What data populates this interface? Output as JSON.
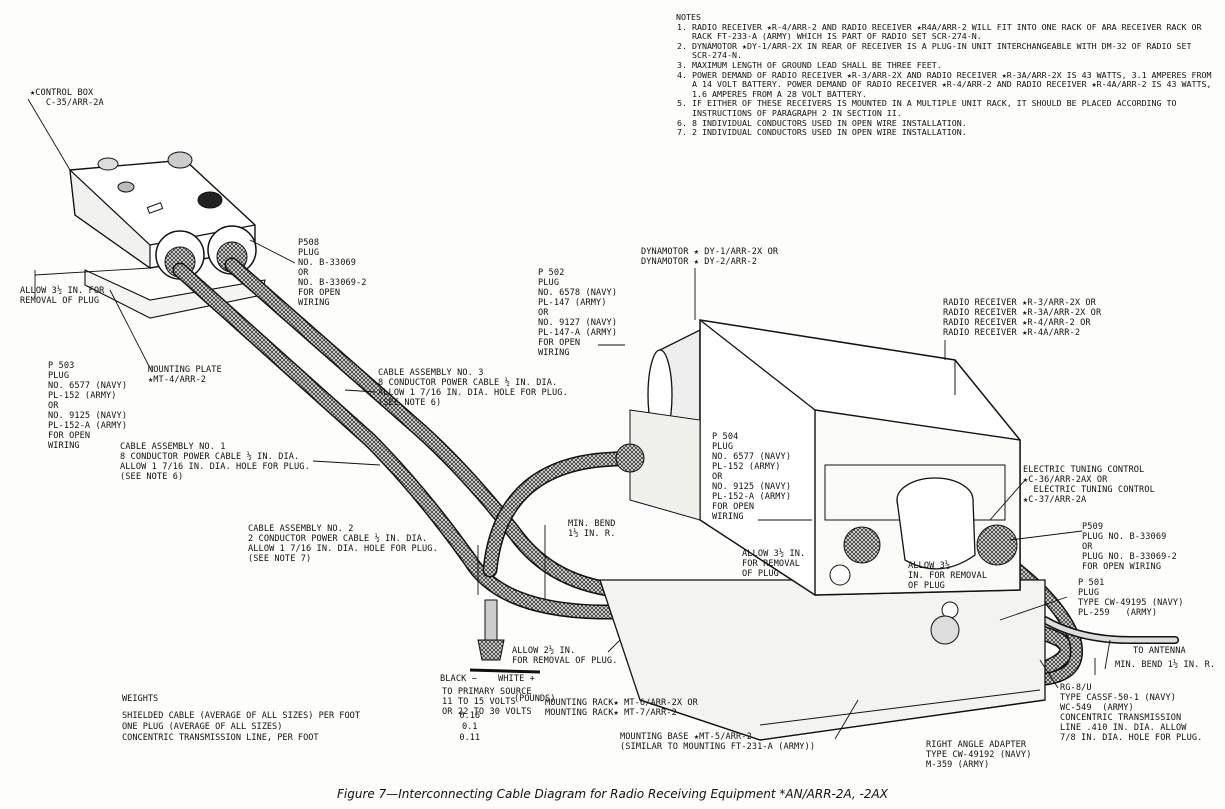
{
  "notes": {
    "heading": "NOTES",
    "items": [
      "RADIO RECEIVER ★R-4/ARR-2 AND RADIO RECEIVER ★R4A/ARR-2 WILL FIT INTO ONE RACK OF ARA RECEIVER RACK OR RACK FT-233-A (ARMY) WHICH IS PART OF RADIO SET SCR-274-N.",
      "DYNAMOTOR ★DY-1/ARR-2X IN REAR OF RECEIVER IS A PLUG-IN UNIT INTERCHANGEABLE WITH DM-32 OF RADIO SET SCR-274-N.",
      "MAXIMUM LENGTH OF GROUND LEAD SHALL BE THREE FEET.",
      "POWER DEMAND OF RADIO RECEIVER ★R-3/ARR-2X AND RADIO RECEIVER ★R-3A/ARR-2X IS 43 WATTS, 3.1 AMPERES FROM A 14 VOLT BATTERY. POWER DEMAND OF RADIO RECEIVER ★R-4/ARR-2 AND RADIO RECEIVER ★R-4A/ARR-2 IS 43 WATTS, 1.6 AMPERES FROM A 28 VOLT BATTERY.",
      "IF EITHER OF THESE RECEIVERS IS MOUNTED IN A MULTIPLE UNIT RACK, IT SHOULD BE PLACED ACCORDING TO INSTRUCTIONS OF PARAGRAPH 2 IN SECTION II.",
      "8 INDIVIDUAL CONDUCTORS USED IN OPEN WIRE INSTALLATION.",
      "2 INDIVIDUAL CONDUCTORS USED IN OPEN WIRE INSTALLATION."
    ]
  },
  "labels": {
    "control_box": "★CONTROL BOX\n   C-35/ARR-2A",
    "allow_plug_left": "ALLOW 3½ IN. FOR\nREMOVAL OF PLUG",
    "p508": "P508\nPLUG\nNO. B-33069\nOR\nNO. B-33069-2\nFOR OPEN\nWIRING",
    "p503": "P 503\nPLUG\nNO. 6577 (NAVY)\nPL-152 (ARMY)\nOR\nNO. 9125 (NAVY)\nPL-152-A (ARMY)\nFOR OPEN\nWIRING",
    "mounting_plate": "MOUNTING PLATE\n★MT-4/ARR-2",
    "cable3": "CABLE ASSEMBLY NO. 3\n8 CONDUCTOR POWER CABLE ½ IN. DIA.\nALLOW 1 7/16 IN. DIA. HOLE FOR PLUG.\n(SEE NOTE 6)",
    "cable1": "CABLE ASSEMBLY NO. 1\n8 CONDUCTOR POWER CABLE ½ IN. DIA.\nALLOW 1 7/16 IN. DIA. HOLE FOR PLUG.\n(SEE NOTE 6)",
    "cable2": "CABLE ASSEMBLY NO. 2\n2 CONDUCTOR POWER CABLE ½ IN. DIA.\nALLOW 1 7/16 IN. DIA. HOLE FOR PLUG.\n(SEE NOTE 7)",
    "p502": "P 502\nPLUG\nNO. 6578 (NAVY)\nPL-147 (ARMY)\nOR\nNO. 9127 (NAVY)\nPL-147-A (ARMY)\nFOR OPEN\nWIRING",
    "dynamotor": "DYNAMOTOR ★ DY-1/ARR-2X OR\nDYNAMOTOR ★ DY-2/ARR-2",
    "radio_receiver": "RADIO RECEIVER ★R-3/ARR-2X OR\nRADIO RECEIVER ★R-3A/ARR-2X OR\nRADIO RECEIVER ★R-4/ARR-2 OR\nRADIO RECEIVER ★R-4A/ARR-2",
    "p504": "P 504\nPLUG\nNO. 6577 (NAVY)\nPL-152 (ARMY)\nOR\nNO. 9125 (NAVY)\nPL-152-A (ARMY)\nFOR OPEN\nWIRING",
    "electric_tuning": "ELECTRIC TUNING CONTROL\n★C-36/ARR-2AX OR\n  ELECTRIC TUNING CONTROL\n★C-37/ARR-2A",
    "p509": "P509\nPLUG NO. B-33069\nOR\nPLUG NO. B-33069-2\nFOR OPEN WIRING",
    "p501": "P 501\nPLUG\nTYPE CW-49195 (NAVY)\nPL-259   (ARMY)",
    "to_antenna": "TO ANTENNA",
    "min_bend_right": "MIN. BEND 1½ IN. R.",
    "min_bend_mid": "MIN. BEND\n1½ IN. R.",
    "allow_mid": "ALLOW 3½ IN.\nFOR REMOVAL\nOF PLUG",
    "allow_right": "ALLOW 3½\nIN. FOR REMOVAL\nOF PLUG",
    "allow_low": "ALLOW 2½ IN.\nFOR REMOVAL OF PLUG.",
    "black_white": "BLACK −    WHITE +",
    "primary_source": "TO PRIMARY SOURCE\n11 TO 15 VOLTS\nOR 22 TO 30 VOLTS",
    "mounting_rack": "MOUNTING RACK★ MT-6/ARR-2X OR\nMOUNTING RACK★ MT-7/ARR-2",
    "mounting_base": "MOUNTING BASE ★MT-5/ARR-2\n(SIMILAR TO MOUNTING FT-231-A (ARMY))",
    "rg8u": "RG-8/U\nTYPE CASSF-50-1 (NAVY)\nWC-549  (ARMY)\nCONCENTRIC TRANSMISSION\nLINE .410 IN. DIA. ALLOW\n7/8 IN. DIA. HOLE FOR PLUG.",
    "right_angle": "RIGHT ANGLE ADAPTER\nTYPE CW-49192 (NAVY)\nM-359 (ARMY)"
  },
  "weights": {
    "title": "WEIGHTS",
    "unit": "(POUNDS)",
    "rows": [
      {
        "item": "SHIELDED CABLE (AVERAGE OF ALL SIZES) PER FOOT",
        "value": "0.16"
      },
      {
        "item": "ONE PLUG (AVERAGE OF ALL SIZES)",
        "value": "0.1"
      },
      {
        "item": "CONCENTRIC TRANSMISSION LINE, PER FOOT",
        "value": "0.11"
      }
    ]
  },
  "caption": "Figure 7—Interconnecting Cable Diagram for Radio Receiving Equipment *AN/ARR-2A, -2AX"
}
